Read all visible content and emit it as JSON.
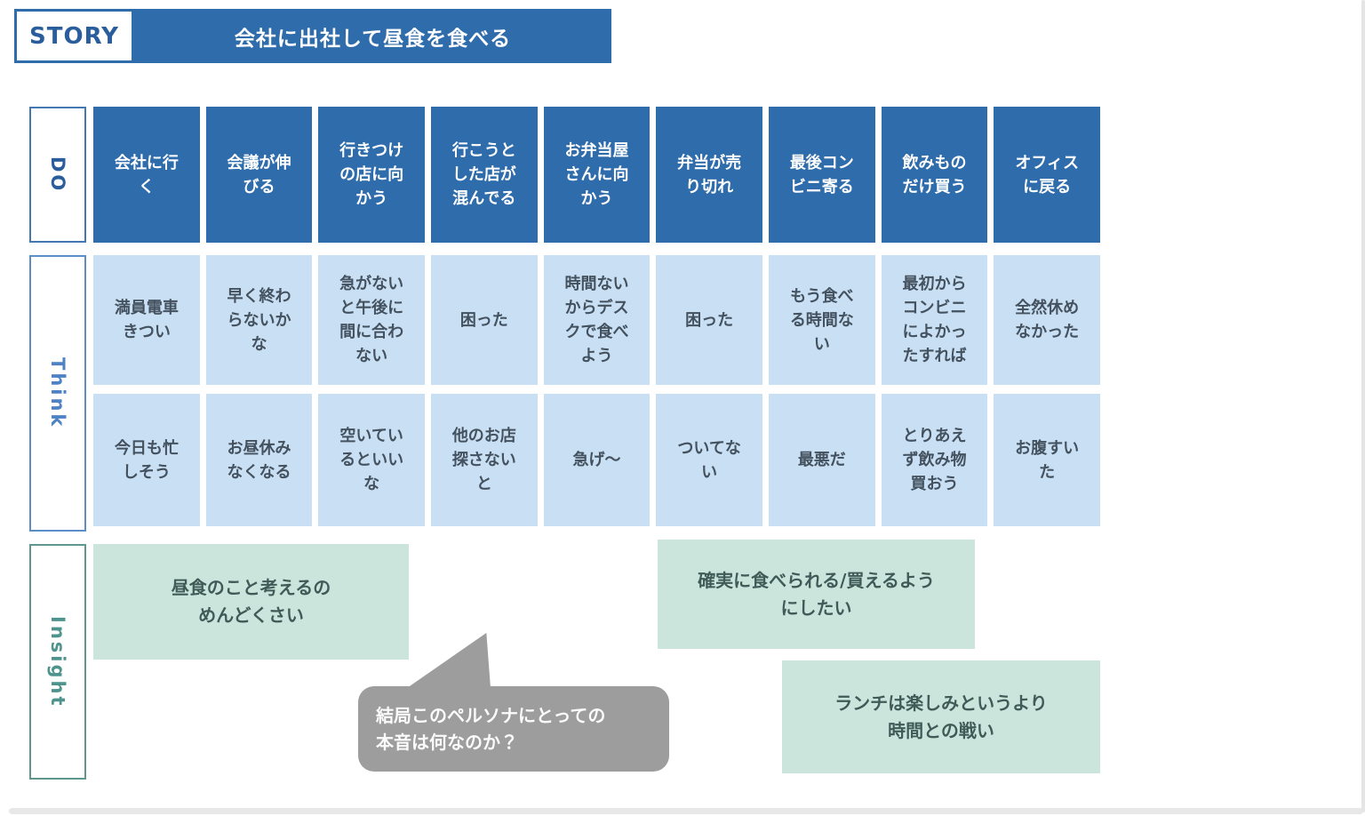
{
  "colors": {
    "primary_blue": "#2e6cab",
    "light_blue_card": "#c8dff4",
    "green_note": "#cbe4dc",
    "bubble_gray": "#9d9d9d",
    "think_label_blue": "#4e82c4",
    "insight_label_teal": "#4f948c",
    "card_text_dark": "#44515e",
    "note_text_dark": "#3f5a57"
  },
  "header": {
    "story_label": "STORY",
    "story_title": "会社に出社して昼食を食べる"
  },
  "do_row": {
    "label": "DO",
    "cells": [
      "会社に行\nく",
      "会議が伸\nびる",
      "行きつけ\nの店に向\nかう",
      "行こうと\nした店が\n混んでる",
      "お弁当屋\nさんに向\nかう",
      "弁当が売\nり切れ",
      "最後コン\nビニ寄る",
      "飲みもの\nだけ買う",
      "オフィス\nに戻る"
    ]
  },
  "think_rows": {
    "label": "Think",
    "row1": [
      "満員電車\nきつい",
      "早く終わ\nらないか\nな",
      "急がない\nと午後に\n間に合わ\nない",
      "困った",
      "時間ない\nからデス\nクで食べ\nよう",
      "困った",
      "もう食べ\nる時間な\nい",
      "最初から\nコンビニ\nによかっ\nたすれば",
      "全然休め\nなかった"
    ],
    "row2": [
      "今日も忙\nしそう",
      "お昼休み\nなくなる",
      "空いてい\nるといい\nな",
      "他のお店\n探さない\nと",
      "急げ〜",
      "ついてな\nい",
      "最悪だ",
      "とりあえ\nず飲み物\n買おう",
      "お腹すい\nた"
    ]
  },
  "insight_row": {
    "label": "Insight",
    "notes": [
      "昼食のこと考えるの\nめんどくさい",
      "確実に食べられる/買えるよう\nにしたい",
      "ランチは楽しみというより\n時間との戦い"
    ]
  },
  "bubble": {
    "text": "結局このペルソナにとっての\n本音は何なのか？"
  }
}
